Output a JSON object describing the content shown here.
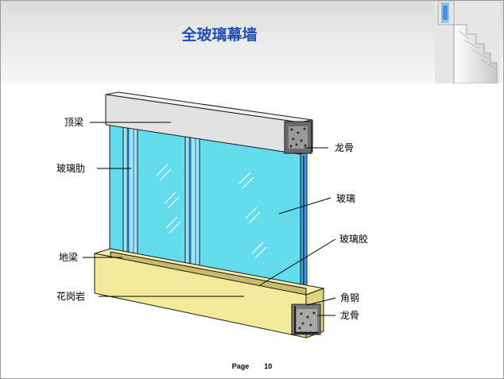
{
  "slide": {
    "title": "全玻璃幕墙",
    "page_label": "Page",
    "page_number": "10"
  },
  "labels": {
    "top_beam": "顶梁",
    "glass_rib": "玻璃肋",
    "floor_beam": "地梁",
    "granite": "花岗岩",
    "keel_top": "龙骨",
    "glass": "玻璃",
    "glass_sealant": "玻璃胶",
    "angle_steel": "角钢",
    "keel_bottom": "龙骨"
  },
  "colors": {
    "title": "#1f4fb4",
    "glass": "#62dcec",
    "beam": "#e4e4e4",
    "granite": "#f2ea9a",
    "rib": "#2a6fb8"
  }
}
